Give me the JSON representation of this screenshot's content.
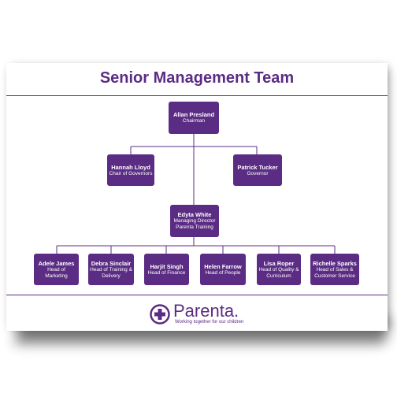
{
  "title": "Senior Management Team",
  "people": {
    "chairman": {
      "name": "Allan Presland",
      "role": "Chairman"
    },
    "hannah": {
      "name": "Hannah Lloyd",
      "role": "Chair of Governors"
    },
    "patrick": {
      "name": "Patrick Tucker",
      "role": "Governor"
    },
    "edyta": {
      "name": "Edyta White",
      "role1": "Managing Director",
      "role2": "Parenta Training"
    },
    "adele": {
      "name": "Adele James",
      "role": "Head of Marketing"
    },
    "debra": {
      "name": "Debra Sinclair",
      "role1": "Head of Training &",
      "role2": "Delivery"
    },
    "harjit": {
      "name": "Harjit Singh",
      "role": "Head of Finance"
    },
    "helen": {
      "name": "Helen Farrow",
      "role": "Head of People"
    },
    "lisa": {
      "name": "Lisa Roper",
      "role1": "Head of Quality &",
      "role2": "Curriculum"
    },
    "richelle": {
      "name": "Richelle Sparks",
      "role1": "Head of Sales &",
      "role2": "Customer Service"
    }
  },
  "logo": {
    "brand": "Parenta.",
    "tagline": "Working together for our children"
  },
  "colors": {
    "accent": "#5b2c83"
  }
}
